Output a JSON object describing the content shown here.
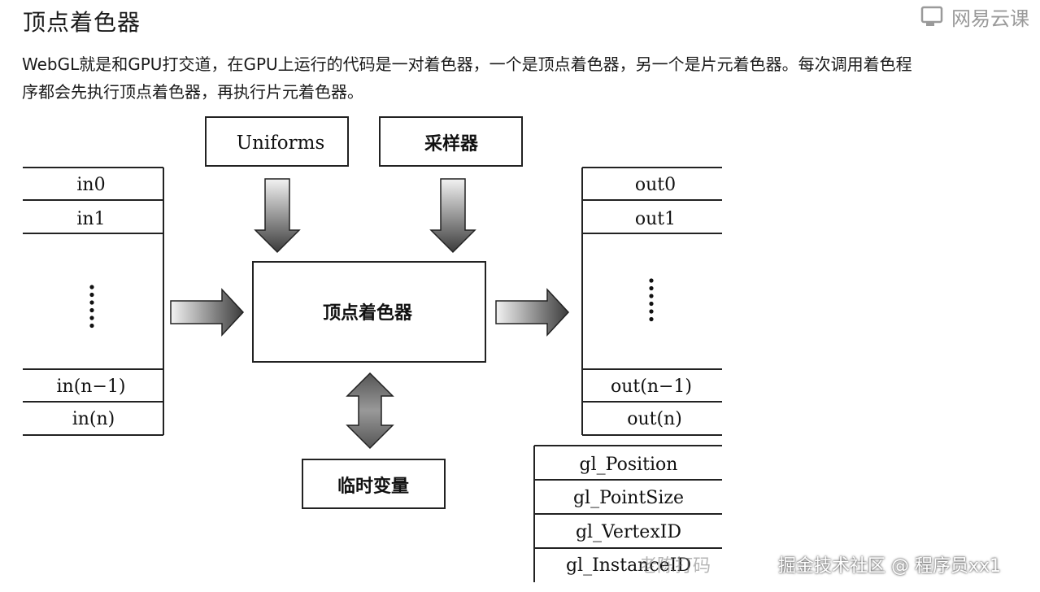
{
  "header": {
    "title": "顶点着色器",
    "brand_logo": {
      "text": "网易云课",
      "icon": "cloud-class-logo-icon",
      "color": "#9a9a9a"
    }
  },
  "intro": {
    "line1": "WebGL就是和GPU打交道，在GPU上运行的代码是一对着色器，一个是顶点着色器，另一个是片元着色器。每次调用着色程",
    "line2": "序都会先执行顶点着色器，再执行片元着色器。"
  },
  "diagram": {
    "uniforms_label": "Uniforms",
    "sampler_label": "采样器",
    "shader_label": "顶点着色器",
    "temp_vars_label": "临时变量",
    "inputs": [
      "in0",
      "in1",
      "in(n−1)",
      "in(n)"
    ],
    "outputs": [
      "out0",
      "out1",
      "out(n−1)",
      "out(n)"
    ],
    "builtins": [
      "gl_Position",
      "gl_PointSize",
      "gl_VertexID",
      "gl_InstanceID"
    ],
    "ellipsis_dots": 6
  },
  "watermarks": {
    "community": "掘金技术社区 @ 程序员xx1",
    "overlay": "老陈打码"
  }
}
